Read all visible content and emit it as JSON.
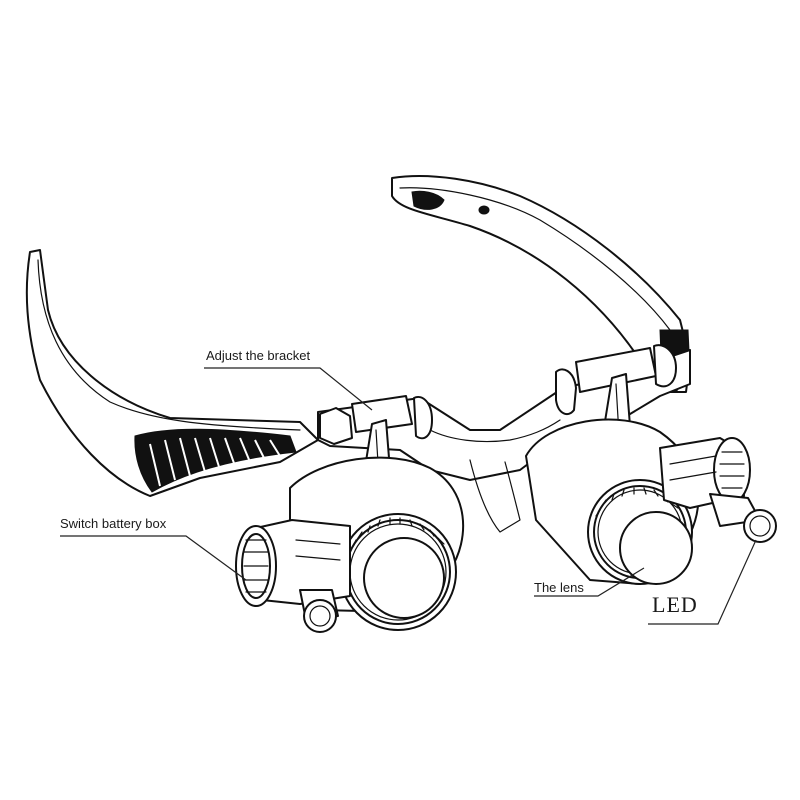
{
  "labels": {
    "bracket": "Adjust the bracket",
    "switch": "Switch battery box",
    "lens": "The lens",
    "led": "LED"
  },
  "colors": {
    "line": "#111111",
    "background": "#ffffff"
  }
}
